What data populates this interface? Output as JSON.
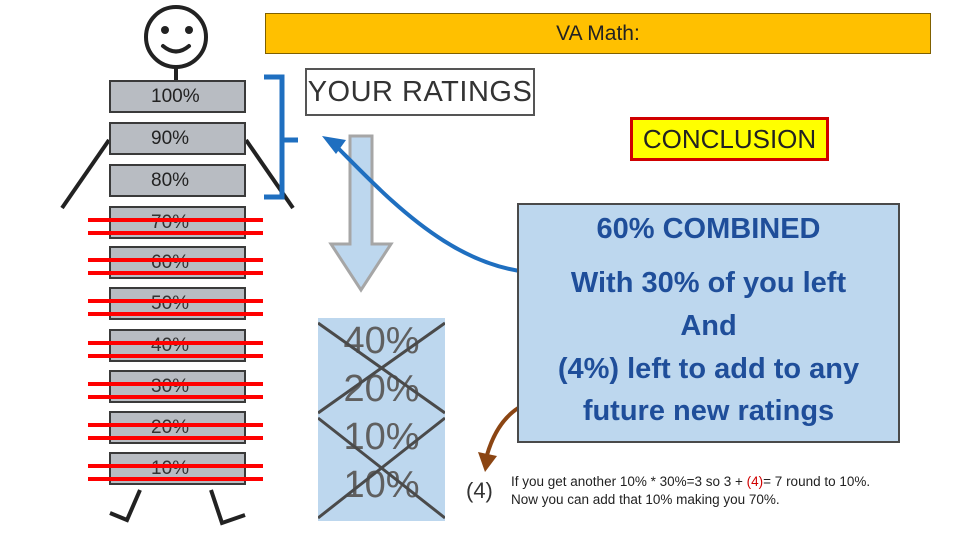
{
  "title": "VA Math:",
  "ratings_label": "YOUR RATINGS",
  "conclusion_label": "CONCLUSION",
  "percent_ladder": [
    {
      "label": "100%",
      "crossed": false
    },
    {
      "label": "90%",
      "crossed": false
    },
    {
      "label": "80%",
      "crossed": false
    },
    {
      "label": "70%",
      "crossed": true
    },
    {
      "label": "60%",
      "crossed": true
    },
    {
      "label": "50%",
      "crossed": true
    },
    {
      "label": "40%",
      "crossed": true
    },
    {
      "label": "30%",
      "crossed": true
    },
    {
      "label": "20%",
      "crossed": true
    },
    {
      "label": "10%",
      "crossed": true
    }
  ],
  "ratings_stack": [
    "40%",
    "20%",
    "10%",
    "10%"
  ],
  "panel": {
    "line1": "60% COMBINED",
    "line2": "With 30% of you left",
    "line3": "And",
    "line4": "(4%) left to add to any",
    "line5": "future new ratings"
  },
  "remainder_label": "(4)",
  "note": {
    "line1_a": "If you get another 10% * 30%=3 so 3 + ",
    "line1_b": "(4)",
    "line1_c": "= 7 round to 10%.",
    "line2": "Now you can add that 10% making you 70%."
  },
  "colors": {
    "title_bg": "#ffc000",
    "conclusion_bg": "#ffff00",
    "conclusion_border": "#d00000",
    "cross_line": "#ff0000",
    "bracket": "#1f6fc0",
    "panel_bg": "#bdd7ee",
    "panel_text": "#1f4e9a",
    "ladder_bg": "#b8bcc2",
    "brown_arrow": "#8b4513"
  }
}
